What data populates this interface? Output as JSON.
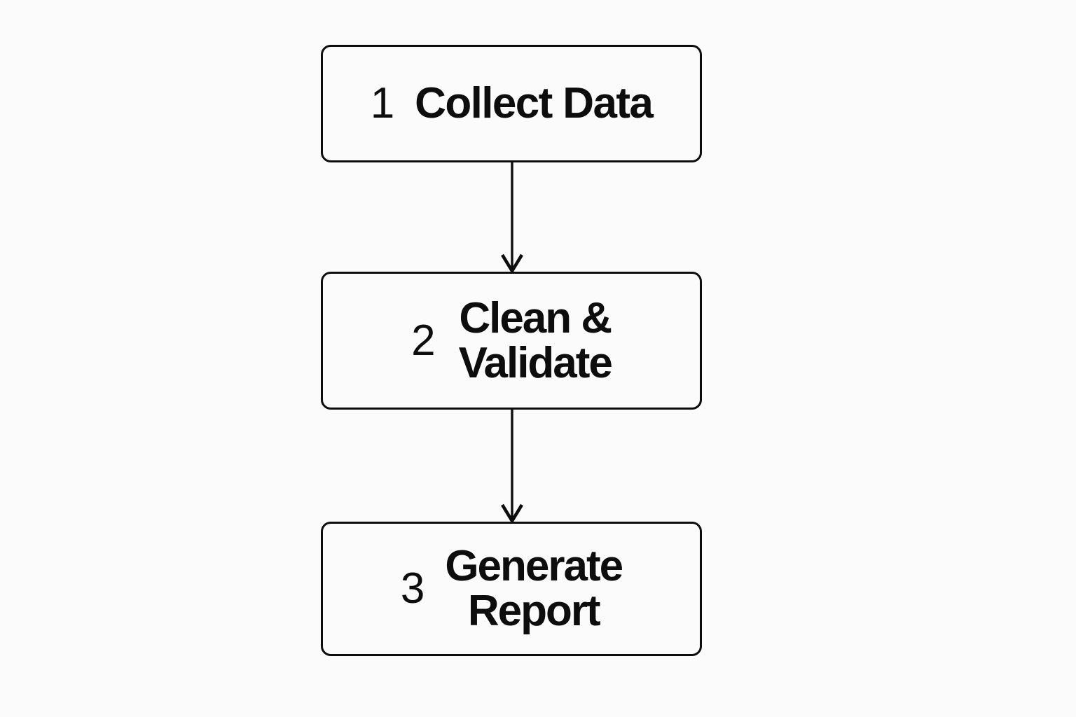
{
  "diagram": {
    "type": "vertical-flowchart",
    "title": "",
    "background_color": "#fbfbfb",
    "stroke_color": "#0d0d0d",
    "text_color": "#0d0d0d",
    "node_fill": "#fbfbfb",
    "steps": [
      {
        "number": "1",
        "label": "Collect Data"
      },
      {
        "number": "2",
        "label": "Clean &\nValidate"
      },
      {
        "number": "3",
        "label": "Generate\nReport"
      }
    ],
    "connectors": [
      {
        "from": "1",
        "to": "2",
        "arrowhead": "open-chevron",
        "direction": "down"
      },
      {
        "from": "2",
        "to": "3",
        "arrowhead": "open-chevron",
        "direction": "down"
      }
    ]
  }
}
